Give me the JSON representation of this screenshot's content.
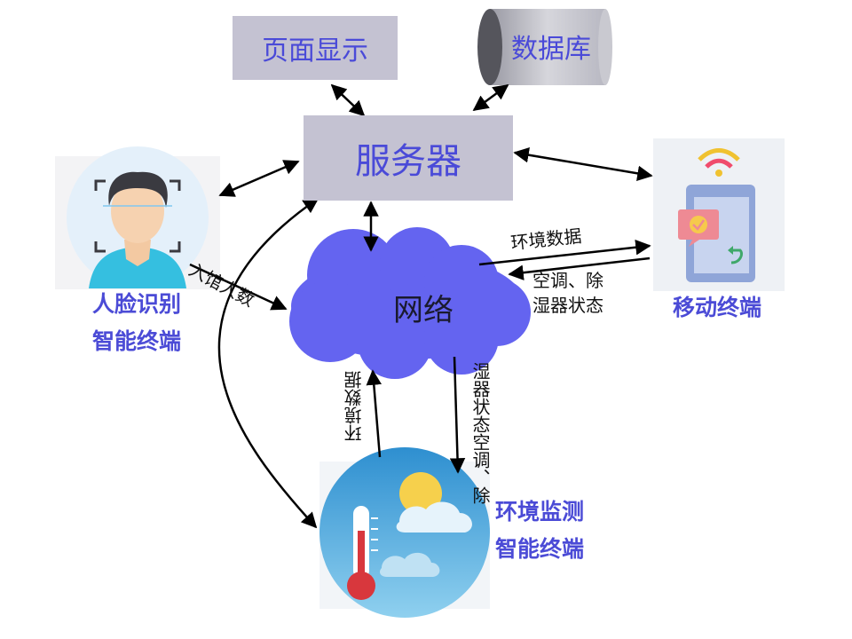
{
  "nodes": {
    "page_display": "页面显示",
    "database": "数据库",
    "server": "服务器",
    "network": "网络",
    "face_terminal": [
      "人脸识别",
      "智能终端"
    ],
    "mobile_terminal": "移动终端",
    "env_terminal": [
      "环境监测",
      "智能终端"
    ]
  },
  "flows": {
    "visitor_count": "入馆人数",
    "env_data_to_mobile": "环境数据",
    "status_to_network": [
      "空调、除",
      "湿器状态"
    ],
    "env_data_up": "环境数据",
    "status_down": [
      "空调、除",
      "湿器状态"
    ]
  },
  "colors": {
    "box_fill": "#c4c2d2",
    "cloud_fill": "#6464f0",
    "label_blue": "#4b4bd6",
    "arrow": "#000000"
  }
}
